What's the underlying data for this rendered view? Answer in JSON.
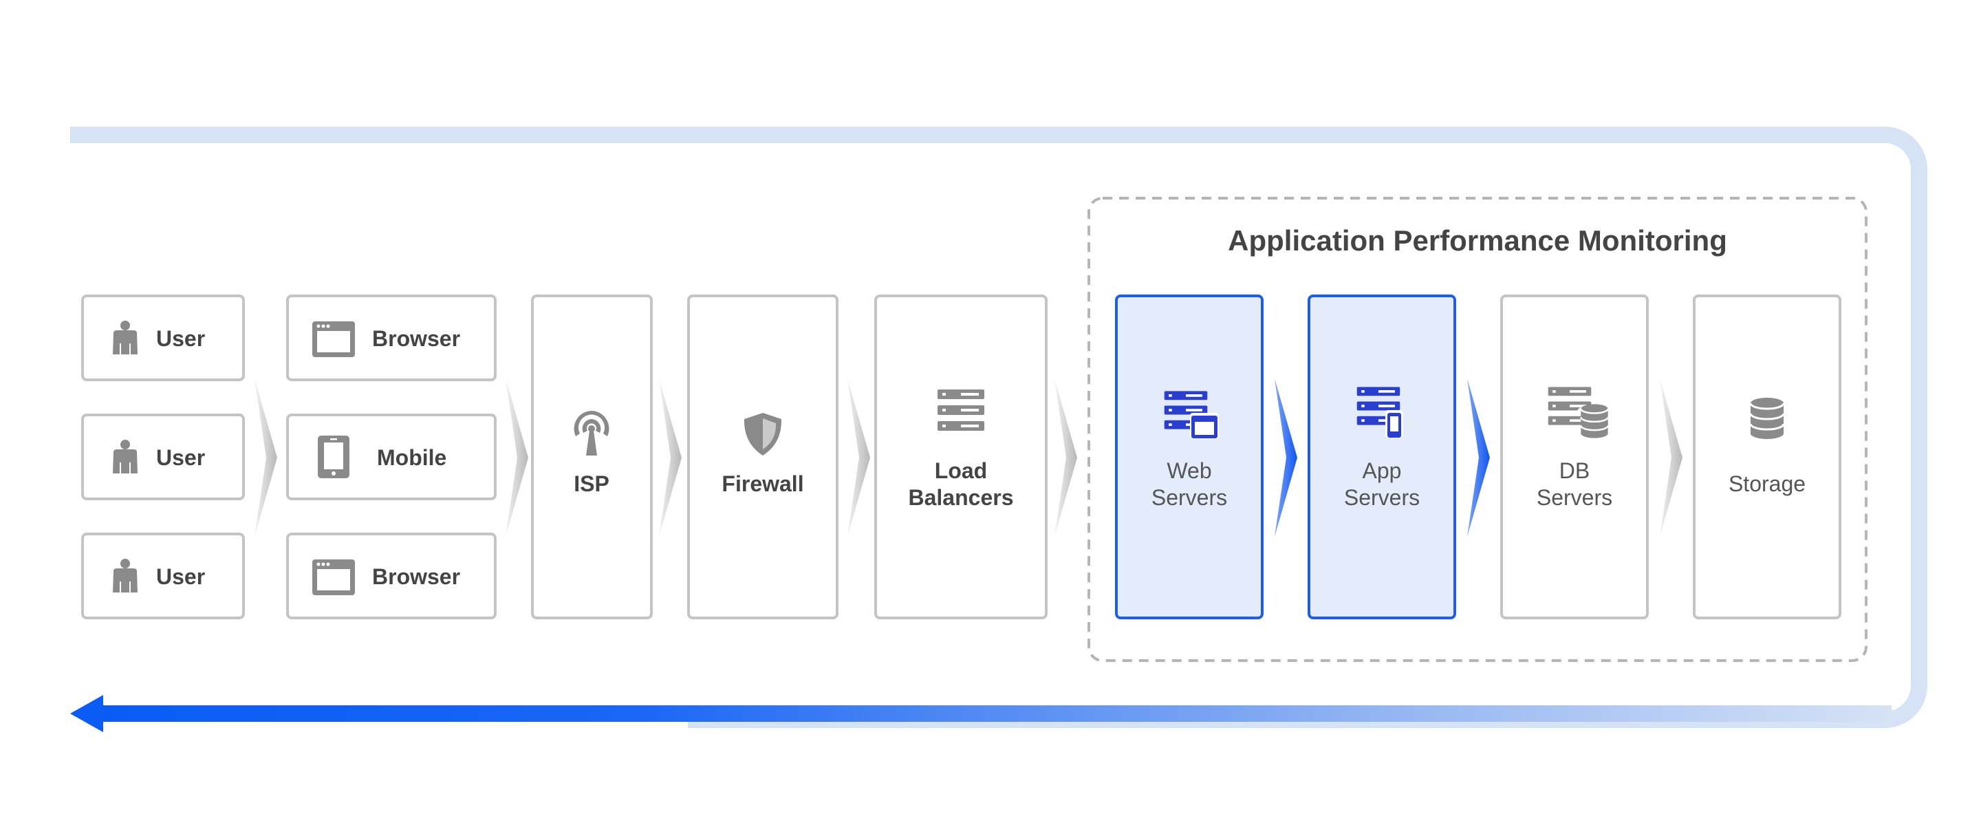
{
  "apm_title": "Application Performance Monitoring",
  "clients": [
    {
      "label": "User",
      "icon": "user-icon"
    },
    {
      "label": "User",
      "icon": "user-icon"
    },
    {
      "label": "User",
      "icon": "user-icon"
    }
  ],
  "devices": [
    {
      "label": "Browser",
      "icon": "browser-icon"
    },
    {
      "label": "Mobile",
      "icon": "mobile-icon"
    },
    {
      "label": "Browser",
      "icon": "browser-icon"
    }
  ],
  "stages": {
    "isp": {
      "label": "ISP",
      "icon": "antenna-icon"
    },
    "firewall": {
      "label": "Firewall",
      "icon": "shield-icon"
    },
    "load_balancers": {
      "line1": "Load",
      "line2": "Balancers",
      "icon": "server-rack-icon"
    },
    "web_servers": {
      "line1": "Web",
      "line2": "Servers",
      "icon": "web-server-icon"
    },
    "app_servers": {
      "line1": "App",
      "line2": "Servers",
      "icon": "app-server-icon"
    },
    "db_servers": {
      "line1": "DB",
      "line2": "Servers",
      "icon": "db-server-icon"
    },
    "storage": {
      "label": "Storage",
      "icon": "database-icon"
    }
  },
  "colors": {
    "highlight_fill": "#e4ecfc",
    "highlight_border": "#1e5ee6",
    "icon_blue": "#2a3ed0",
    "icon_gray": "#8a8a8a",
    "return_arrow": "#0a5cf5",
    "loop_track": "#d6e2f5",
    "box_border": "#c4c4c4"
  }
}
